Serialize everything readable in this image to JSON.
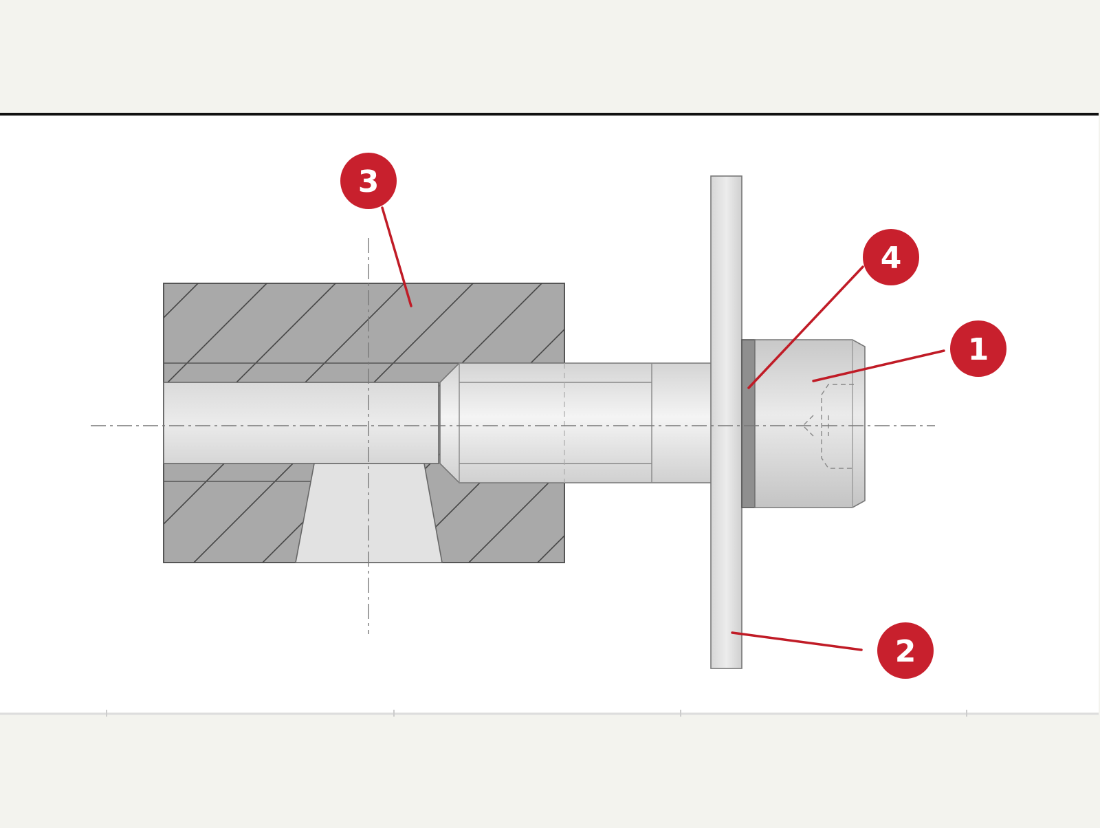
{
  "diagram": {
    "colors": {
      "page_background": "#f3f3ee",
      "panel_background": "#ffffff",
      "callout_red": "#c8202d",
      "leader_red": "#c01b26",
      "block_hatched_gray": "#a9a9a9",
      "metal_light_gray": "#dcdcdc",
      "outline": "#555555"
    },
    "callouts": [
      {
        "id": "1",
        "label": "1",
        "points_to": "bolt-head"
      },
      {
        "id": "2",
        "label": "2",
        "points_to": "flange-washer"
      },
      {
        "id": "3",
        "label": "3",
        "points_to": "threaded-block"
      },
      {
        "id": "4",
        "label": "4",
        "points_to": "spacer-ring"
      }
    ]
  }
}
